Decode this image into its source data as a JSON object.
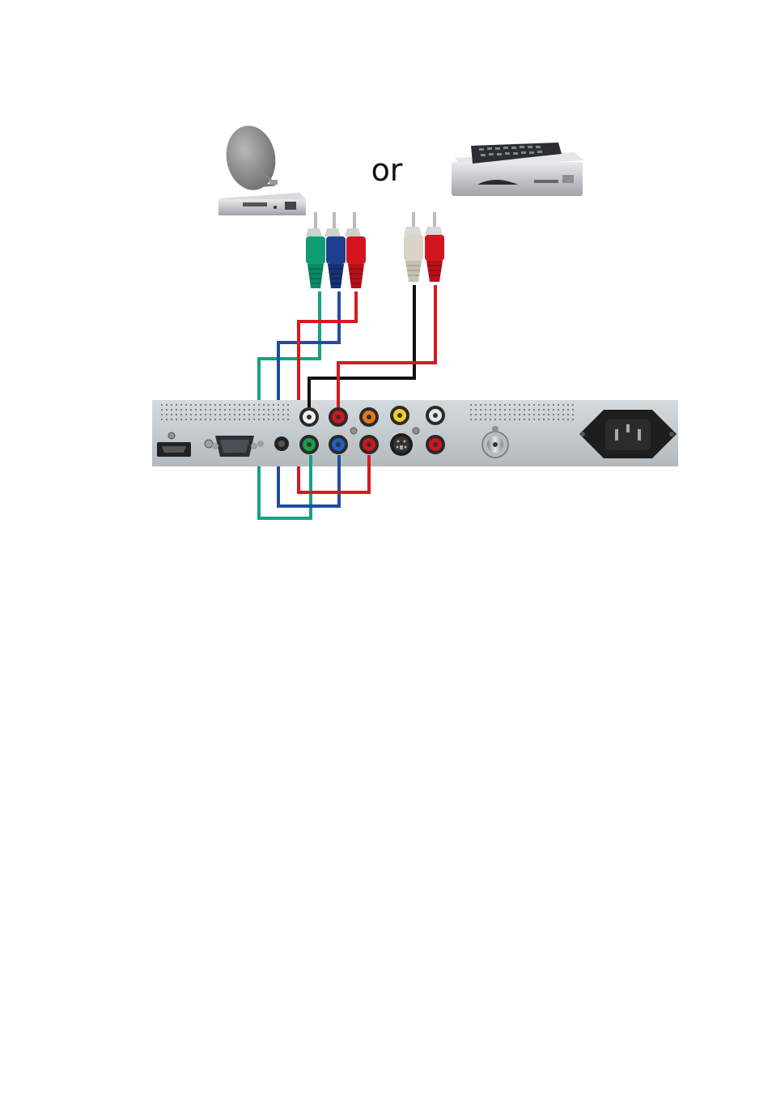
{
  "diagram": {
    "connector_text": "or",
    "devices": [
      {
        "name": "satellite-receiver",
        "icon": "satellite-dish-icon"
      },
      {
        "name": "set-top-box",
        "icon": "set-top-box-icon"
      }
    ],
    "cables": {
      "component_video": [
        "green",
        "blue",
        "red"
      ],
      "audio": [
        "white",
        "red"
      ]
    },
    "colors": {
      "green_wire": "#16a085",
      "blue_wire": "#1f4e9e",
      "red_wire": "#d81920",
      "black_wire": "#111111",
      "panel": "#c9cfd3"
    }
  }
}
